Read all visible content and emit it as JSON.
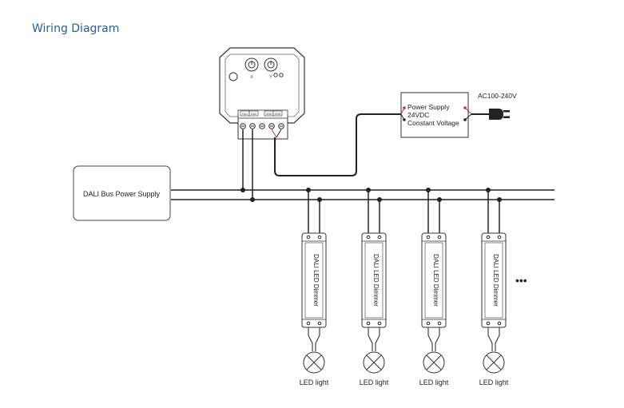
{
  "diagram": {
    "title": "Wiring Diagram",
    "controller": {
      "dial_x_label": "X",
      "dial_y_label": "Y",
      "terminal_labels": [
        "DA1",
        "DA2",
        "GND",
        "GND"
      ]
    },
    "power_supply": {
      "line1": "Power Supply",
      "line2": "24VDC",
      "line3": "Constant Voltage"
    },
    "ac_label": "AC100-240V",
    "dali_bus_supply": "DALI Bus Power Supply",
    "dimmers": [
      {
        "label": "DALI LED Dimmer",
        "light_label": "LED light"
      },
      {
        "label": "DALI LED Dimmer",
        "light_label": "LED light"
      },
      {
        "label": "DALI LED Dimmer",
        "light_label": "LED light"
      },
      {
        "label": "DALI LED Dimmer",
        "light_label": "LED light"
      }
    ],
    "more_indicator": "•••",
    "colors": {
      "title": "#2a5f93",
      "wire": "#222222",
      "accent": "#c0392b"
    }
  }
}
